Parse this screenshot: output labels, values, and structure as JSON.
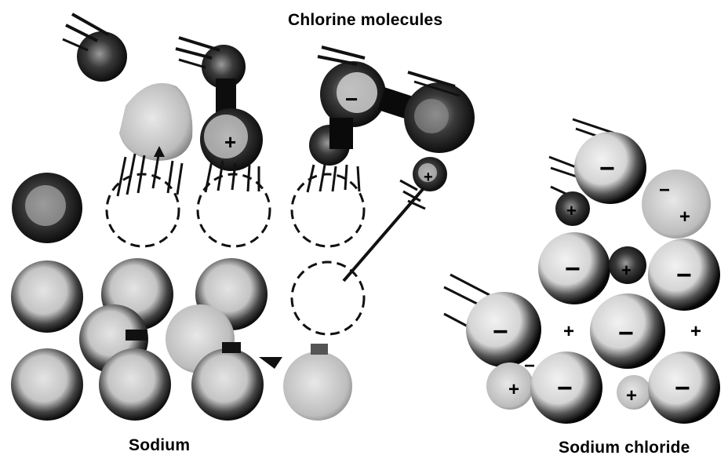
{
  "title": "Chlorine molecules",
  "labels": {
    "sodium": "Sodium",
    "sodium_chloride": "Sodium chloride"
  },
  "signs": {
    "positive": "+",
    "negative": "−"
  },
  "colors": {
    "ink": "#111111",
    "shell": "#1a1a1a",
    "core_light": "#d9d9d9",
    "core_mid": "#9a9a9a",
    "background": "#ffffff"
  }
}
